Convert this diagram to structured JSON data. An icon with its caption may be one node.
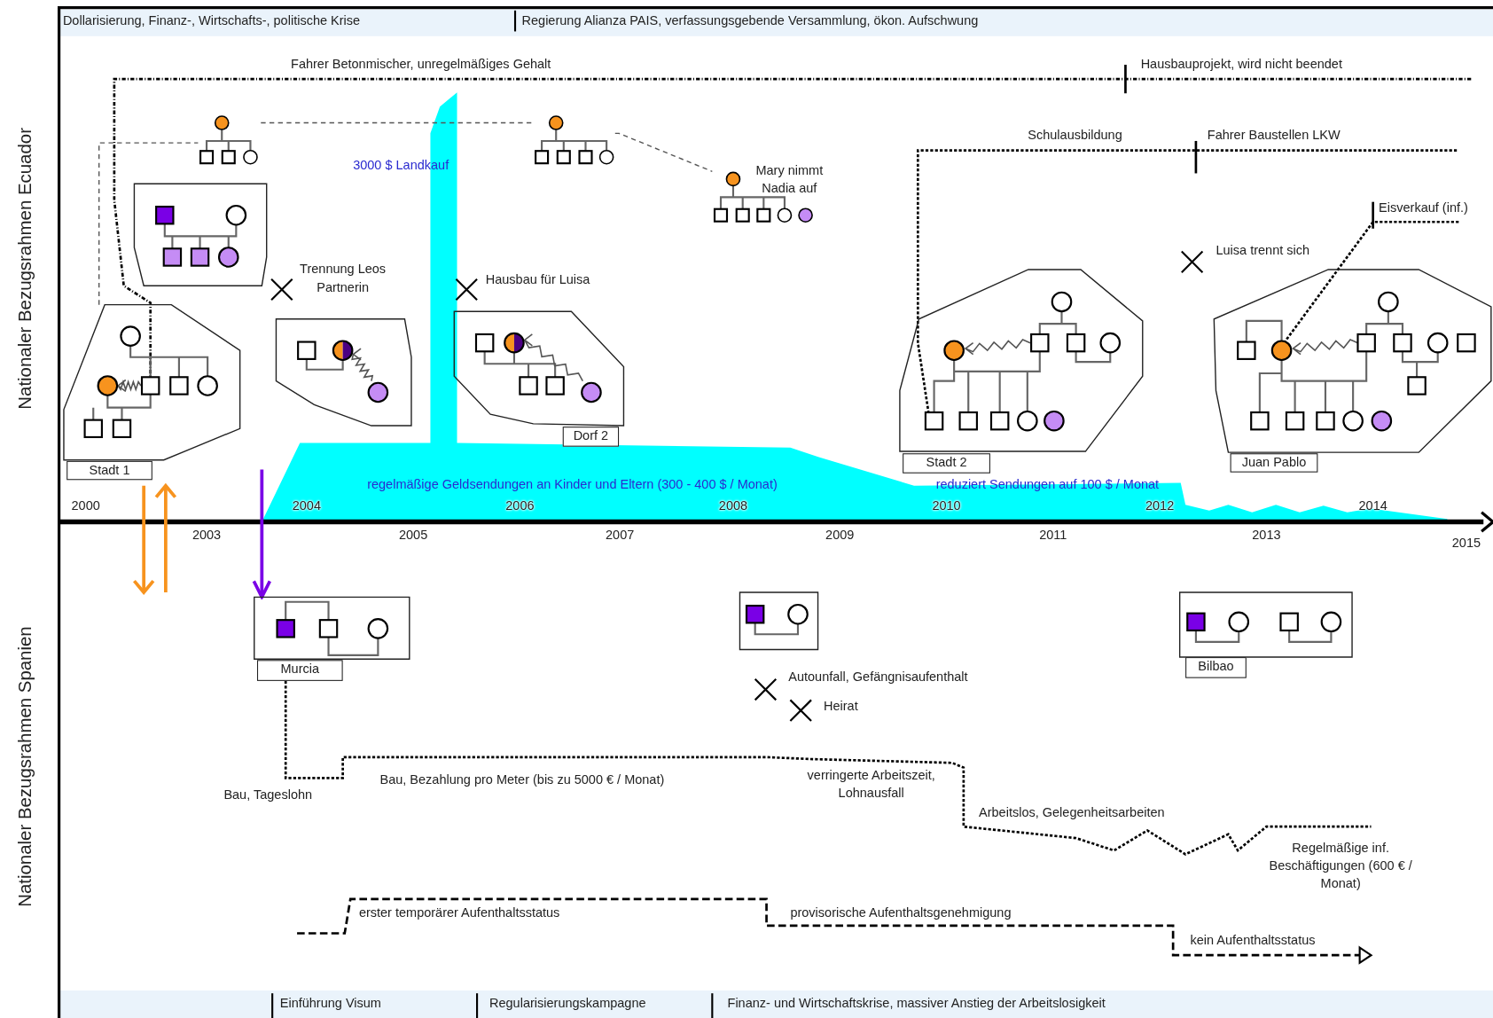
{
  "diagram": {
    "nodes": [
      {
        "text": [],
        "shape": "box"
      },
      {
        "text": [
          "Stadt 1"
        ]
      },
      {
        "text": [],
        "shape": "box"
      },
      {
        "text": [
          "Dorf 2"
        ]
      },
      {
        "text": [
          "Stadt 2"
        ]
      },
      {
        "text": [
          "Juan Pablo"
        ]
      },
      {
        "text": [
          "Murcia"
        ]
      },
      {
        "text": [],
        "shape": "box"
      },
      {
        "text": [
          "Bilbao"
        ]
      },
      {
        "text": [],
        "shape": "picture"
      },
      {
        "text": [],
        "shape": "picture"
      },
      {
        "text": [],
        "shape": "picture"
      }
    ],
    "edges": [
      {
        "from": null,
        "to": 6,
        "arrow": "to",
        "color": "#7a00e6"
      },
      {
        "from": 1,
        "to": 9,
        "arrow": "none",
        "style": "dashed"
      },
      {
        "from": 9,
        "to": 10,
        "arrow": "none",
        "style": "dashed"
      },
      {
        "from": 10,
        "to": 11,
        "arrow": "none",
        "style": "dashed"
      }
    ],
    "labels": [
      "Dollarisierung, Finanz-, Wirtschafts-, politische Krise",
      "Regierung Alianza PAIS, verfassungsgebende Versammlung, ökon. Aufschwung",
      "Fahrer Betonmischer, unregelmäßiges Gehalt",
      "Hausbauprojekt, wird nicht beendet",
      "Schulausbildung",
      "Fahrer Baustellen LKW",
      "3000 $ Landkauf",
      "Mary nimmt Nadia auf",
      "Eisverkauf (inf.)",
      "Luisa trennt sich",
      "Trennung Leos Partnerin",
      "Hausbau für Luisa",
      "regelmäßige Geldsendungen an Kinder und Eltern (300 - 400 $ / Monat)",
      "reduziert Sendungen auf 100 $ / Monat",
      "2000",
      "2004",
      "2006",
      "2008",
      "2010",
      "2012",
      "2014",
      "2003",
      "2005",
      "2007",
      "2009",
      "2011",
      "2013",
      "2015",
      "Autounfall, Gefängnisaufenthalt",
      "Heirat",
      "Bau, Tageslohn",
      "Bau, Bezahlung pro Meter (bis zu 5000 € / Monat)",
      "verringerte Arbeitszeit, Lohnausfall",
      "Arbeitslos, Gelegenheitsarbeiten",
      "Regelmäßige inf. Beschäftigungen (600 € / Monat)",
      "erster temporärer Aufenthaltsstatus",
      "provisorische Aufenthaltsgenehmigung",
      "kein Aufenthaltsstatus",
      "Einführung Visum",
      "Regularisierungskampagne",
      "Finanz- und Wirtschaftskrise, massiver Anstieg der Arbeitslosigkeit",
      "Nationaler Bezugsrahmen Ecuador",
      "Nationaler Bezugsrahmen Spanien"
    ]
  }
}
